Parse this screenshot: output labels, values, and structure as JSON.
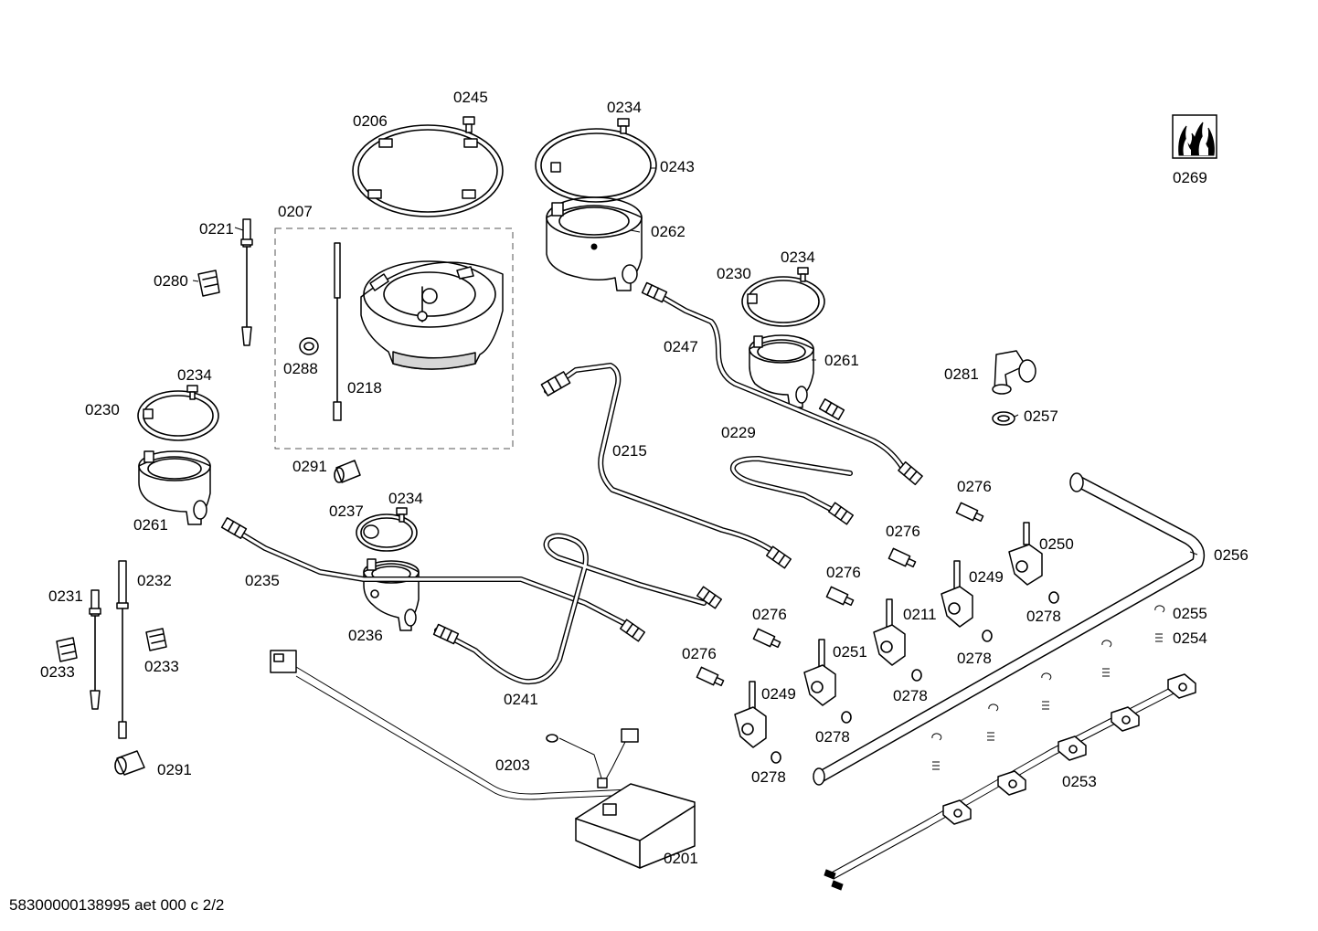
{
  "diagram": {
    "labels": {
      "p0201": "0201",
      "p0203": "0203",
      "p0206": "0206",
      "p0207": "0207",
      "p0211": "0211",
      "p0215": "0215",
      "p0218": "0218",
      "p0221": "0221",
      "p0229": "0229",
      "p0230a": "0230",
      "p0230b": "0230",
      "p0231": "0231",
      "p0232": "0232",
      "p0233a": "0233",
      "p0233b": "0233",
      "p0234a": "0234",
      "p0234b": "0234",
      "p0234c": "0234",
      "p0234d": "0234",
      "p0235": "0235",
      "p0236": "0236",
      "p0237": "0237",
      "p0241": "0241",
      "p0243": "0243",
      "p0245": "0245",
      "p0247": "0247",
      "p0249a": "0249",
      "p0249b": "0249",
      "p0250": "0250",
      "p0251": "0251",
      "p0253": "0253",
      "p0254": "0254",
      "p0255": "0255",
      "p0256": "0256",
      "p0257": "0257",
      "p0261a": "0261",
      "p0261b": "0261",
      "p0262": "0262",
      "p0269": "0269",
      "p0276a": "0276",
      "p0276b": "0276",
      "p0276c": "0276",
      "p0276d": "0276",
      "p0276e": "0276",
      "p0278a": "0278",
      "p0278b": "0278",
      "p0278c": "0278",
      "p0278d": "0278",
      "p0278e": "0278",
      "p0280": "0280",
      "p0281": "0281",
      "p0288": "0288",
      "p0291a": "0291",
      "p0291b": "0291"
    },
    "footer": "58300000138995 aet 000 c 2/2"
  }
}
